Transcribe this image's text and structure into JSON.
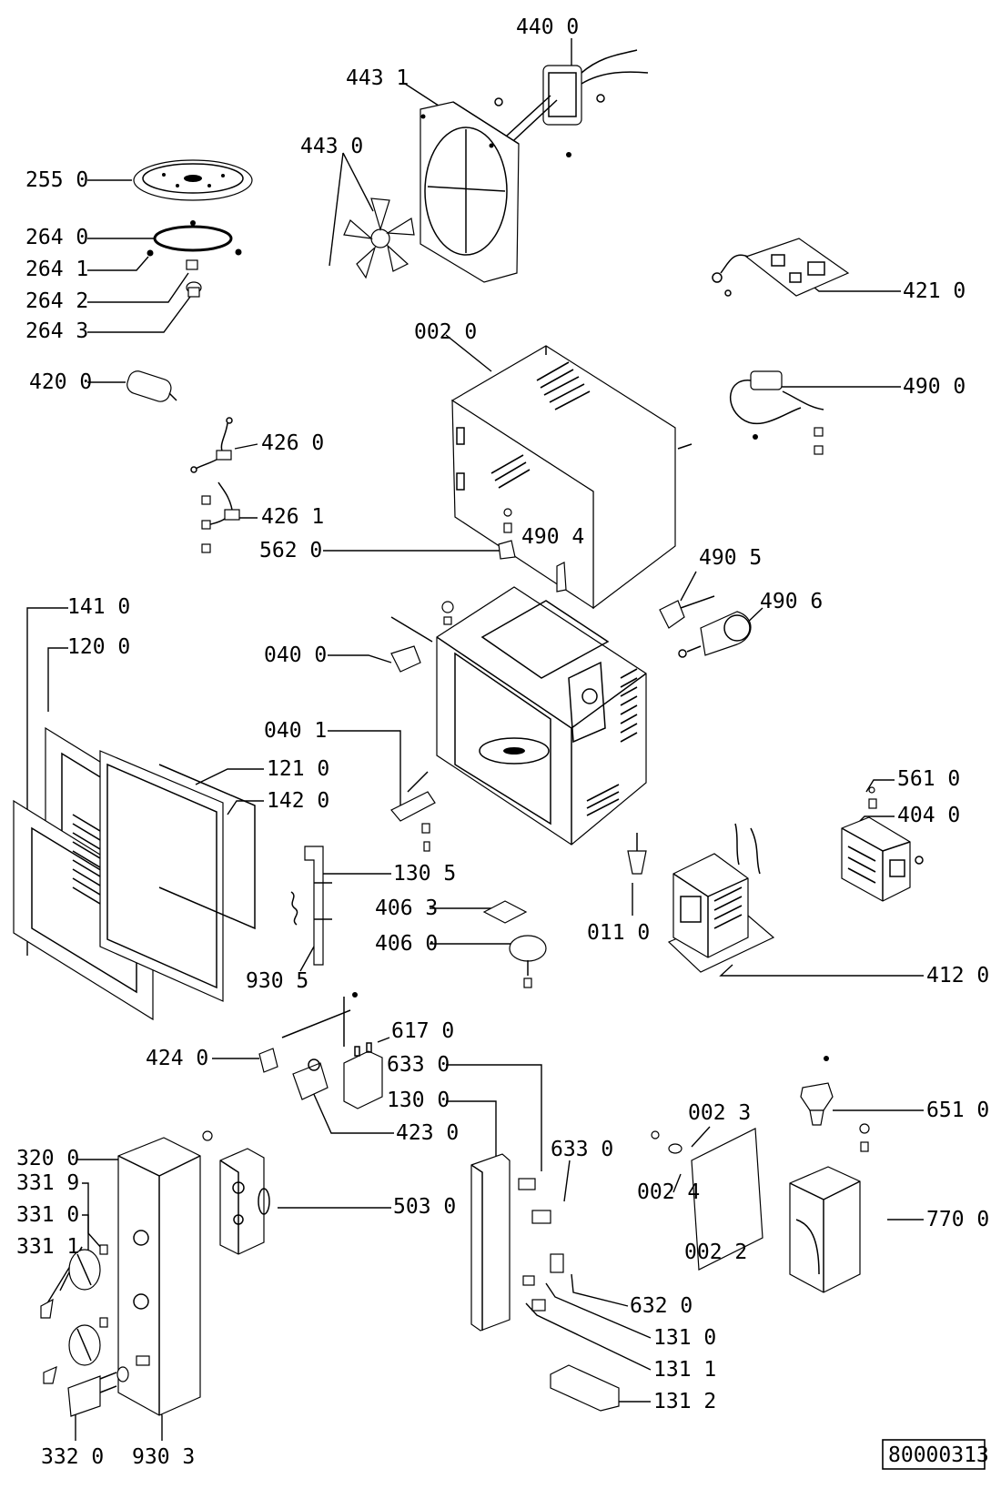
{
  "document_code": "80000313",
  "parts": [
    {
      "id": "p4400",
      "label": "440 0"
    },
    {
      "id": "p4431",
      "label": "443 1"
    },
    {
      "id": "p4430",
      "label": "443 0"
    },
    {
      "id": "p2550",
      "label": "255 0"
    },
    {
      "id": "p2640",
      "label": "264 0"
    },
    {
      "id": "p2641",
      "label": "264 1"
    },
    {
      "id": "p2642",
      "label": "264 2"
    },
    {
      "id": "p2643",
      "label": "264 3"
    },
    {
      "id": "p4210",
      "label": "421 0"
    },
    {
      "id": "p0020",
      "label": "002 0"
    },
    {
      "id": "p4200",
      "label": "420 0"
    },
    {
      "id": "p4900",
      "label": "490 0"
    },
    {
      "id": "p4260",
      "label": "426 0"
    },
    {
      "id": "p4261",
      "label": "426 1"
    },
    {
      "id": "p5620",
      "label": "562 0"
    },
    {
      "id": "p4904",
      "label": "490 4"
    },
    {
      "id": "p4905",
      "label": "490 5"
    },
    {
      "id": "p4906",
      "label": "490 6"
    },
    {
      "id": "p1410",
      "label": "141 0"
    },
    {
      "id": "p1200",
      "label": "120 0"
    },
    {
      "id": "p0400",
      "label": "040 0"
    },
    {
      "id": "p0401",
      "label": "040 1"
    },
    {
      "id": "p1210",
      "label": "121 0"
    },
    {
      "id": "p1420",
      "label": "142 0"
    },
    {
      "id": "p5610",
      "label": "561 0"
    },
    {
      "id": "p4040",
      "label": "404 0"
    },
    {
      "id": "p1305",
      "label": "130 5"
    },
    {
      "id": "p4063",
      "label": "406 3"
    },
    {
      "id": "p4060",
      "label": "406 0"
    },
    {
      "id": "p0110",
      "label": "011 0"
    },
    {
      "id": "p9305",
      "label": "930 5"
    },
    {
      "id": "p4120",
      "label": "412 0"
    },
    {
      "id": "p6170",
      "label": "617 0"
    },
    {
      "id": "p4240",
      "label": "424 0"
    },
    {
      "id": "p6330a",
      "label": "633 0"
    },
    {
      "id": "p1300",
      "label": "130 0"
    },
    {
      "id": "p6510",
      "label": "651 0"
    },
    {
      "id": "p4230",
      "label": "423 0"
    },
    {
      "id": "p0023",
      "label": "002 3"
    },
    {
      "id": "p3200",
      "label": "320 0"
    },
    {
      "id": "p6330b",
      "label": "633 0"
    },
    {
      "id": "p3319",
      "label": "331 9"
    },
    {
      "id": "p0024",
      "label": "002 4"
    },
    {
      "id": "p5030",
      "label": "503 0"
    },
    {
      "id": "p3310",
      "label": "331 0"
    },
    {
      "id": "p7700",
      "label": "770 0"
    },
    {
      "id": "p3311",
      "label": "331 1"
    },
    {
      "id": "p0022",
      "label": "002 2"
    },
    {
      "id": "p6320",
      "label": "632 0"
    },
    {
      "id": "p1310",
      "label": "131 0"
    },
    {
      "id": "p1311",
      "label": "131 1"
    },
    {
      "id": "p1312",
      "label": "131 2"
    },
    {
      "id": "p3320",
      "label": "332 0"
    },
    {
      "id": "p9303",
      "label": "930 3"
    }
  ]
}
